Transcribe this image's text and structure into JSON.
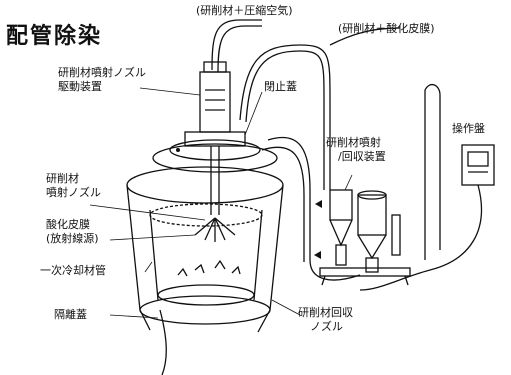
{
  "title": "配管除染",
  "labels": {
    "abrasive_air": "(研削材＋圧縮空気)",
    "abrasive_oxide": "(研削材＋酸化皮膜)",
    "nozzle_drive_1": "研削材噴射ノズル",
    "nozzle_drive_2": "駆動装置",
    "closure_lid": "閉止蓋",
    "recovery_device_1": "研削材噴射",
    "recovery_device_2": "/回収装置",
    "control_panel": "操作盤",
    "nozzle_1": "研削材",
    "nozzle_2": "噴射ノズル",
    "oxide_1": "酸化皮膜",
    "oxide_2": "(放射線源)",
    "coolant_pipe": "一次冷却材管",
    "isolation_lid": "隔離蓋",
    "recovery_nozzle_1": "研削材回収",
    "recovery_nozzle_2": "ノズル"
  }
}
